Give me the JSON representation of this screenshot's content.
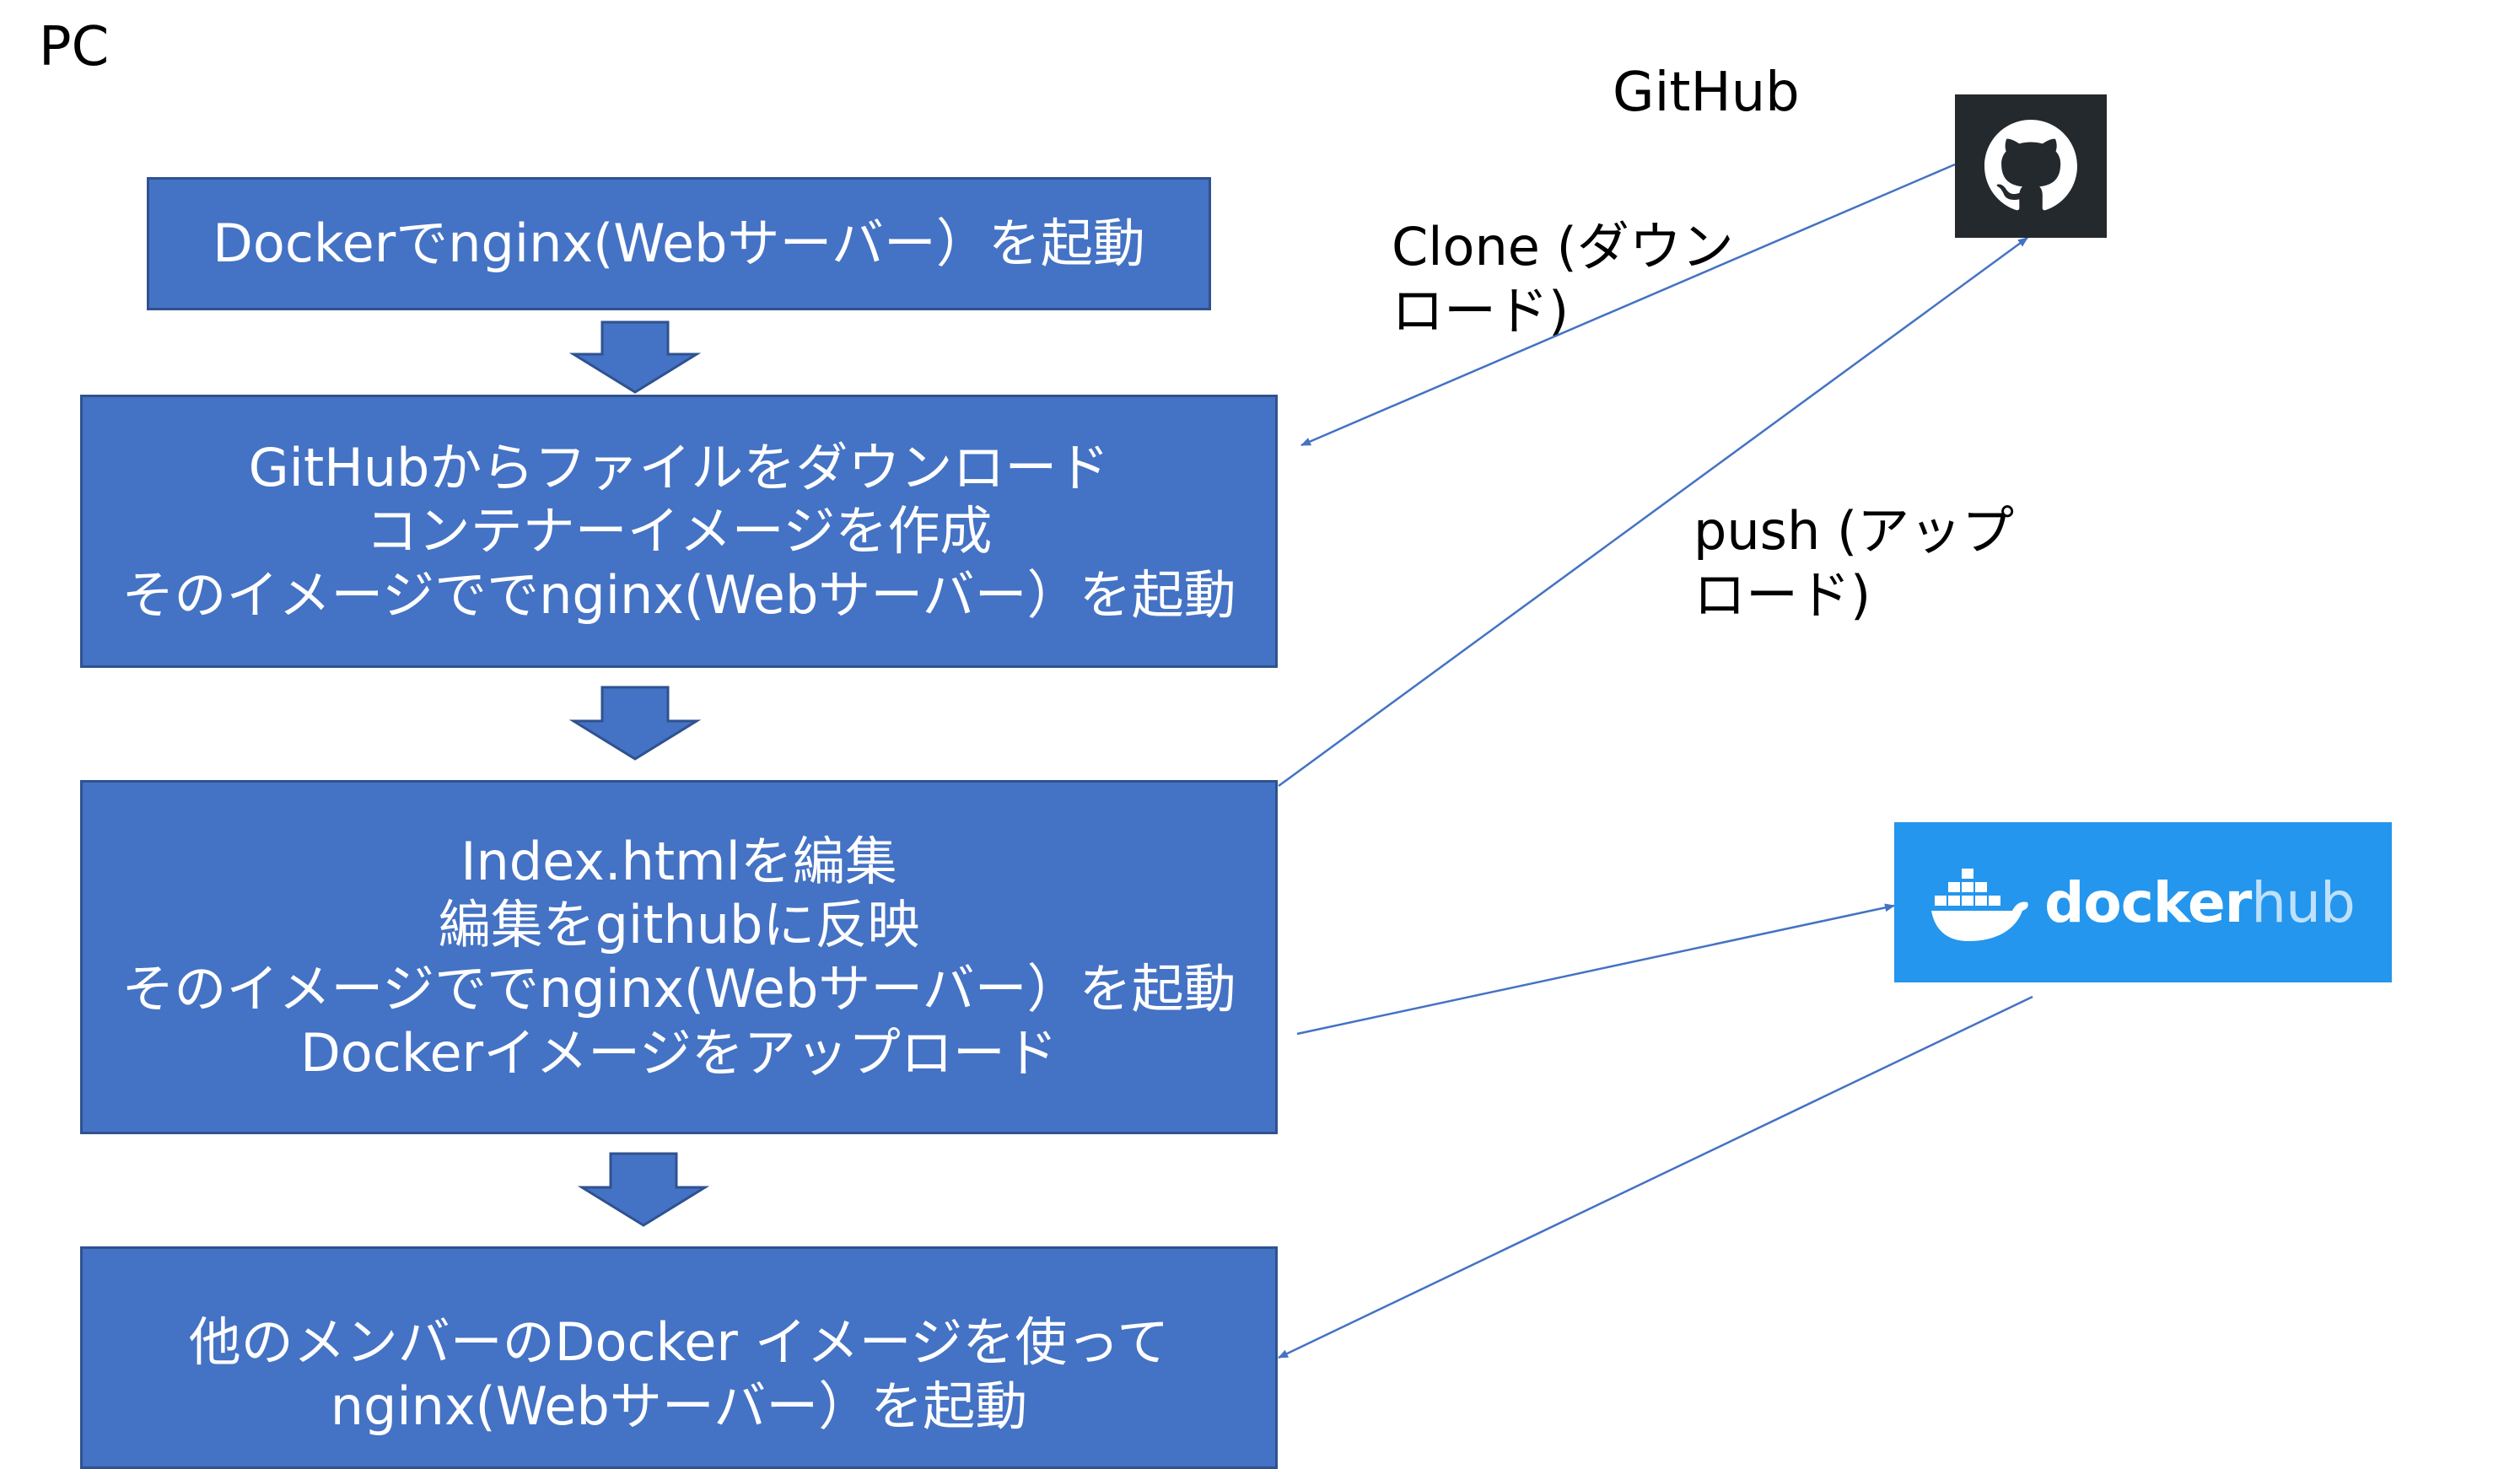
{
  "labels": {
    "pc": "PC",
    "github": "GitHub",
    "clone_line1": "Clone (ダウン",
    "clone_line2": "ロード)",
    "push_line1": "push (アップ",
    "push_line2": "ロード)"
  },
  "steps": [
    {
      "lines": [
        "Dockerでnginx(Webサーバー）を起動"
      ]
    },
    {
      "lines": [
        "GitHubからファイルをダウンロード",
        "コンテナーイメージを作成",
        "そのイメージででnginx(Webサーバー）を起動"
      ]
    },
    {
      "lines": [
        "Index.htmlを編集",
        "編集をgithubに反映",
        "そのイメージででnginx(Webサーバー）を起動",
        "Dockerイメージをアップロード"
      ]
    },
    {
      "lines": [
        "他のメンバーのDocker イメージを使って",
        "nginx(Webサーバー）を起動"
      ]
    }
  ],
  "logos": {
    "github_icon": "github-octocat-icon",
    "dockerhub_icon": "docker-whale-icon",
    "dockerhub_word1": "docker",
    "dockerhub_word2": "hub"
  },
  "colors": {
    "box_fill": "#4472c4",
    "box_border": "#2f528f",
    "connector": "#4472c4",
    "github_bg": "#24292e",
    "dockerhub_bg": "#2496ed"
  }
}
